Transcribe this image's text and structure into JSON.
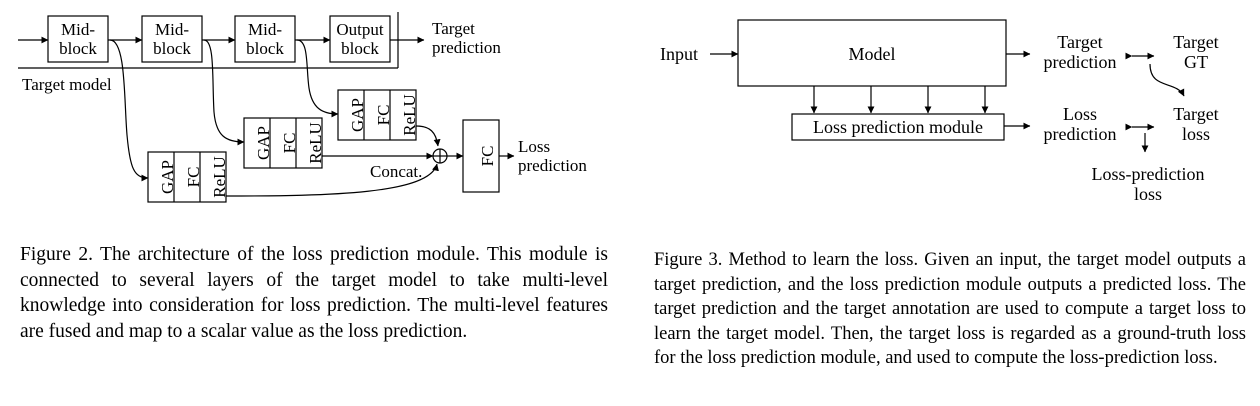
{
  "figure2": {
    "blocks": [
      "Mid-\nblock",
      "Mid-\nblock",
      "Mid-\nblock",
      "Output\nblock"
    ],
    "target_prediction": "Target\nprediction",
    "target_model": "Target model",
    "module_layers": [
      "GAP",
      "FC",
      "ReLU"
    ],
    "concat": "Concat.",
    "fc": "FC",
    "loss_prediction": "Loss\nprediction",
    "caption": "Figure 2. The architecture of the loss prediction module.  This module is connected to several layers of the target model to take multi-level knowledge into consideration for loss prediction. The multi-level features are fused and map to a scalar value as the loss prediction."
  },
  "figure3": {
    "input": "Input",
    "model": "Model",
    "loss_prediction_module": "Loss prediction module",
    "target_prediction": "Target\nprediction",
    "target_gt": "Target\nGT",
    "target_loss": "Target\nloss",
    "loss_prediction": "Loss\nprediction",
    "loss_prediction_loss": "Loss-prediction\nloss",
    "caption": "Figure 3. Method to learn the loss. Given an input, the target model outputs a target prediction, and the loss prediction module outputs a predicted loss. The target prediction and the target annotation are used to compute a target loss to learn the target model.  Then, the target loss is regarded as a ground-truth loss for the loss prediction module, and used to compute the loss-prediction loss."
  }
}
